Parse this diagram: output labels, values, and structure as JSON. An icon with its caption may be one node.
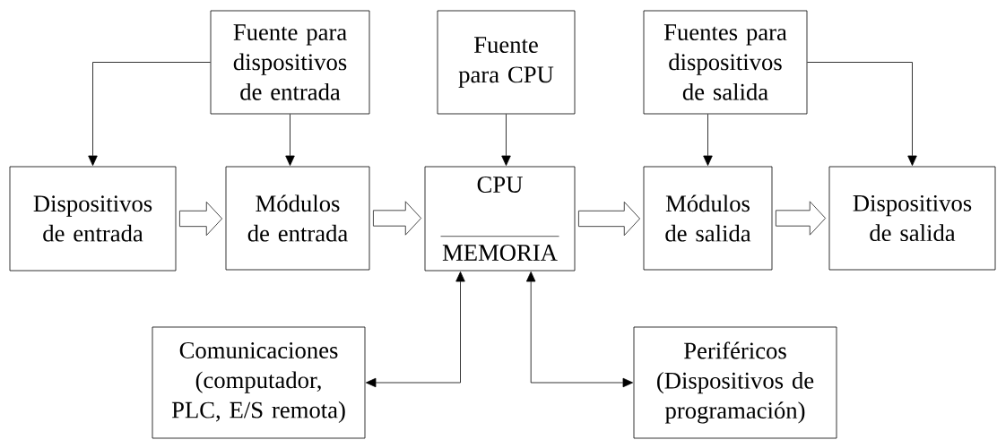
{
  "diagram": {
    "nodes": [
      {
        "text": [
          "Fuente para dispositivos de entrada"
        ]
      },
      {
        "text": [
          "Fuente para CPU"
        ]
      },
      {
        "text": [
          "Fuentes para dispositivos de salida"
        ]
      },
      {
        "text": [
          "Dispositivos de entrada"
        ]
      },
      {
        "text": [
          "Módulos de entrada"
        ]
      },
      {
        "text": [
          "CPU",
          "MEMORIA"
        ]
      },
      {
        "text": [
          "Módulos de salida"
        ]
      },
      {
        "text": [
          "Dispositivos de salida"
        ]
      },
      {
        "text": [
          "Comunicaciones (computador, PLC, E/S remota)"
        ]
      },
      {
        "text": [
          "Periféricos (Dispositivos de programación)"
        ]
      }
    ],
    "edges": [
      {
        "from": 0,
        "to": 3,
        "arrow": "to"
      },
      {
        "from": 0,
        "to": 4,
        "arrow": "to"
      },
      {
        "from": 1,
        "to": 5,
        "arrow": "to"
      },
      {
        "from": 2,
        "to": 6,
        "arrow": "to"
      },
      {
        "from": 2,
        "to": 7,
        "arrow": "to"
      },
      {
        "from": 3,
        "to": 4,
        "arrow": "to",
        "style": "thick"
      },
      {
        "from": 4,
        "to": 5,
        "arrow": "to",
        "style": "thick"
      },
      {
        "from": 5,
        "to": 6,
        "arrow": "to",
        "style": "thick"
      },
      {
        "from": 6,
        "to": 7,
        "arrow": "to",
        "style": "thick"
      },
      {
        "from": 8,
        "to": 5,
        "arrow": "both"
      },
      {
        "from": 5,
        "to": 9,
        "arrow": "both"
      }
    ]
  }
}
